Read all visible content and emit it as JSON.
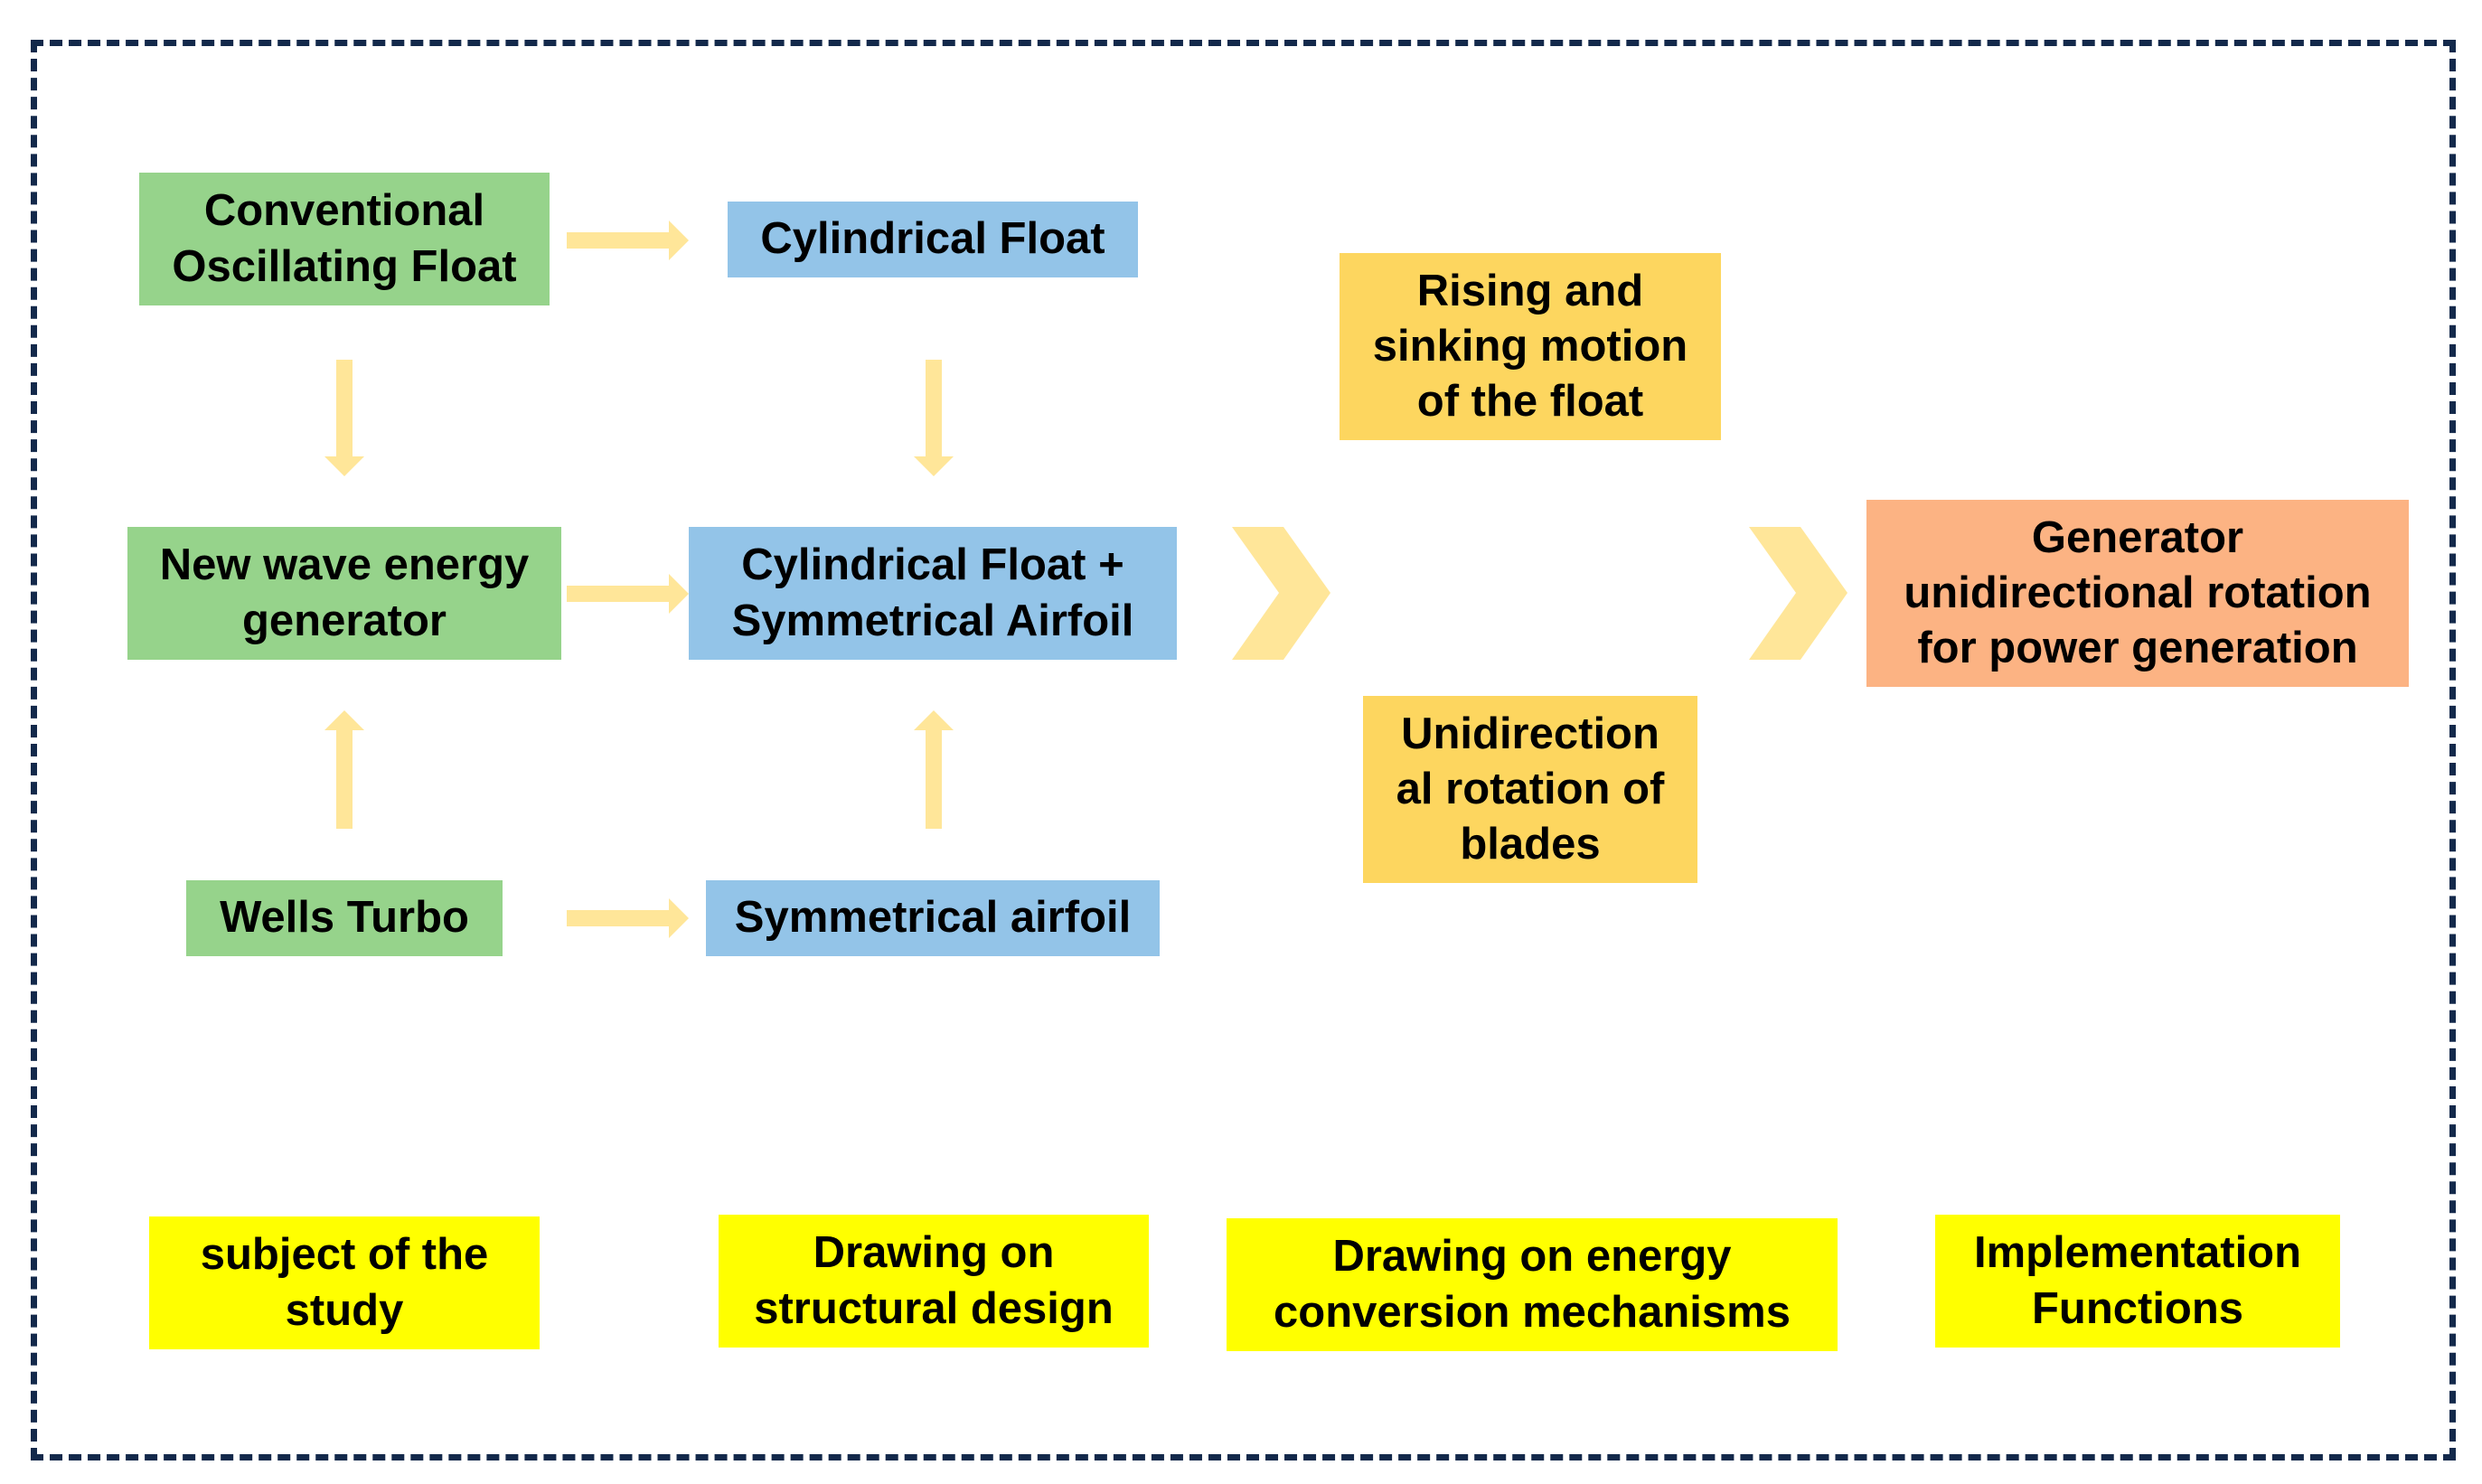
{
  "colors": {
    "frame_border": "#13294b",
    "green_box": "#96d38b",
    "blue_box": "#93c4e8",
    "gold_box": "#fdd65f",
    "orange_box": "#fcb383",
    "yellow_box": "#ffff00",
    "arrow": "#ffe699"
  },
  "nodes": {
    "conventional_float": "Conventional\nOscillating Float",
    "cylindrical_float": "Cylindrical Float",
    "new_wave_generator": "New wave energy\ngenerator",
    "float_plus_airfoil": "Cylindrical Float +\nSymmetrical Airfoil",
    "wells_turbo": "Wells Turbo",
    "symmetrical_airfoil": "Symmetrical airfoil",
    "rising_sinking": "Rising and\nsinking motion\nof the float",
    "unidirectional_blades": "Unidirection\nal rotation of\nblades",
    "generator_rotation": "Generator\nunidirectional rotation\nfor power generation"
  },
  "labels": {
    "subject": "subject of the\nstudy",
    "structural": "Drawing on\nstructural design",
    "energy": "Drawing on energy\nconversion mechanisms",
    "implementation": "Implementation\nFunctions"
  }
}
